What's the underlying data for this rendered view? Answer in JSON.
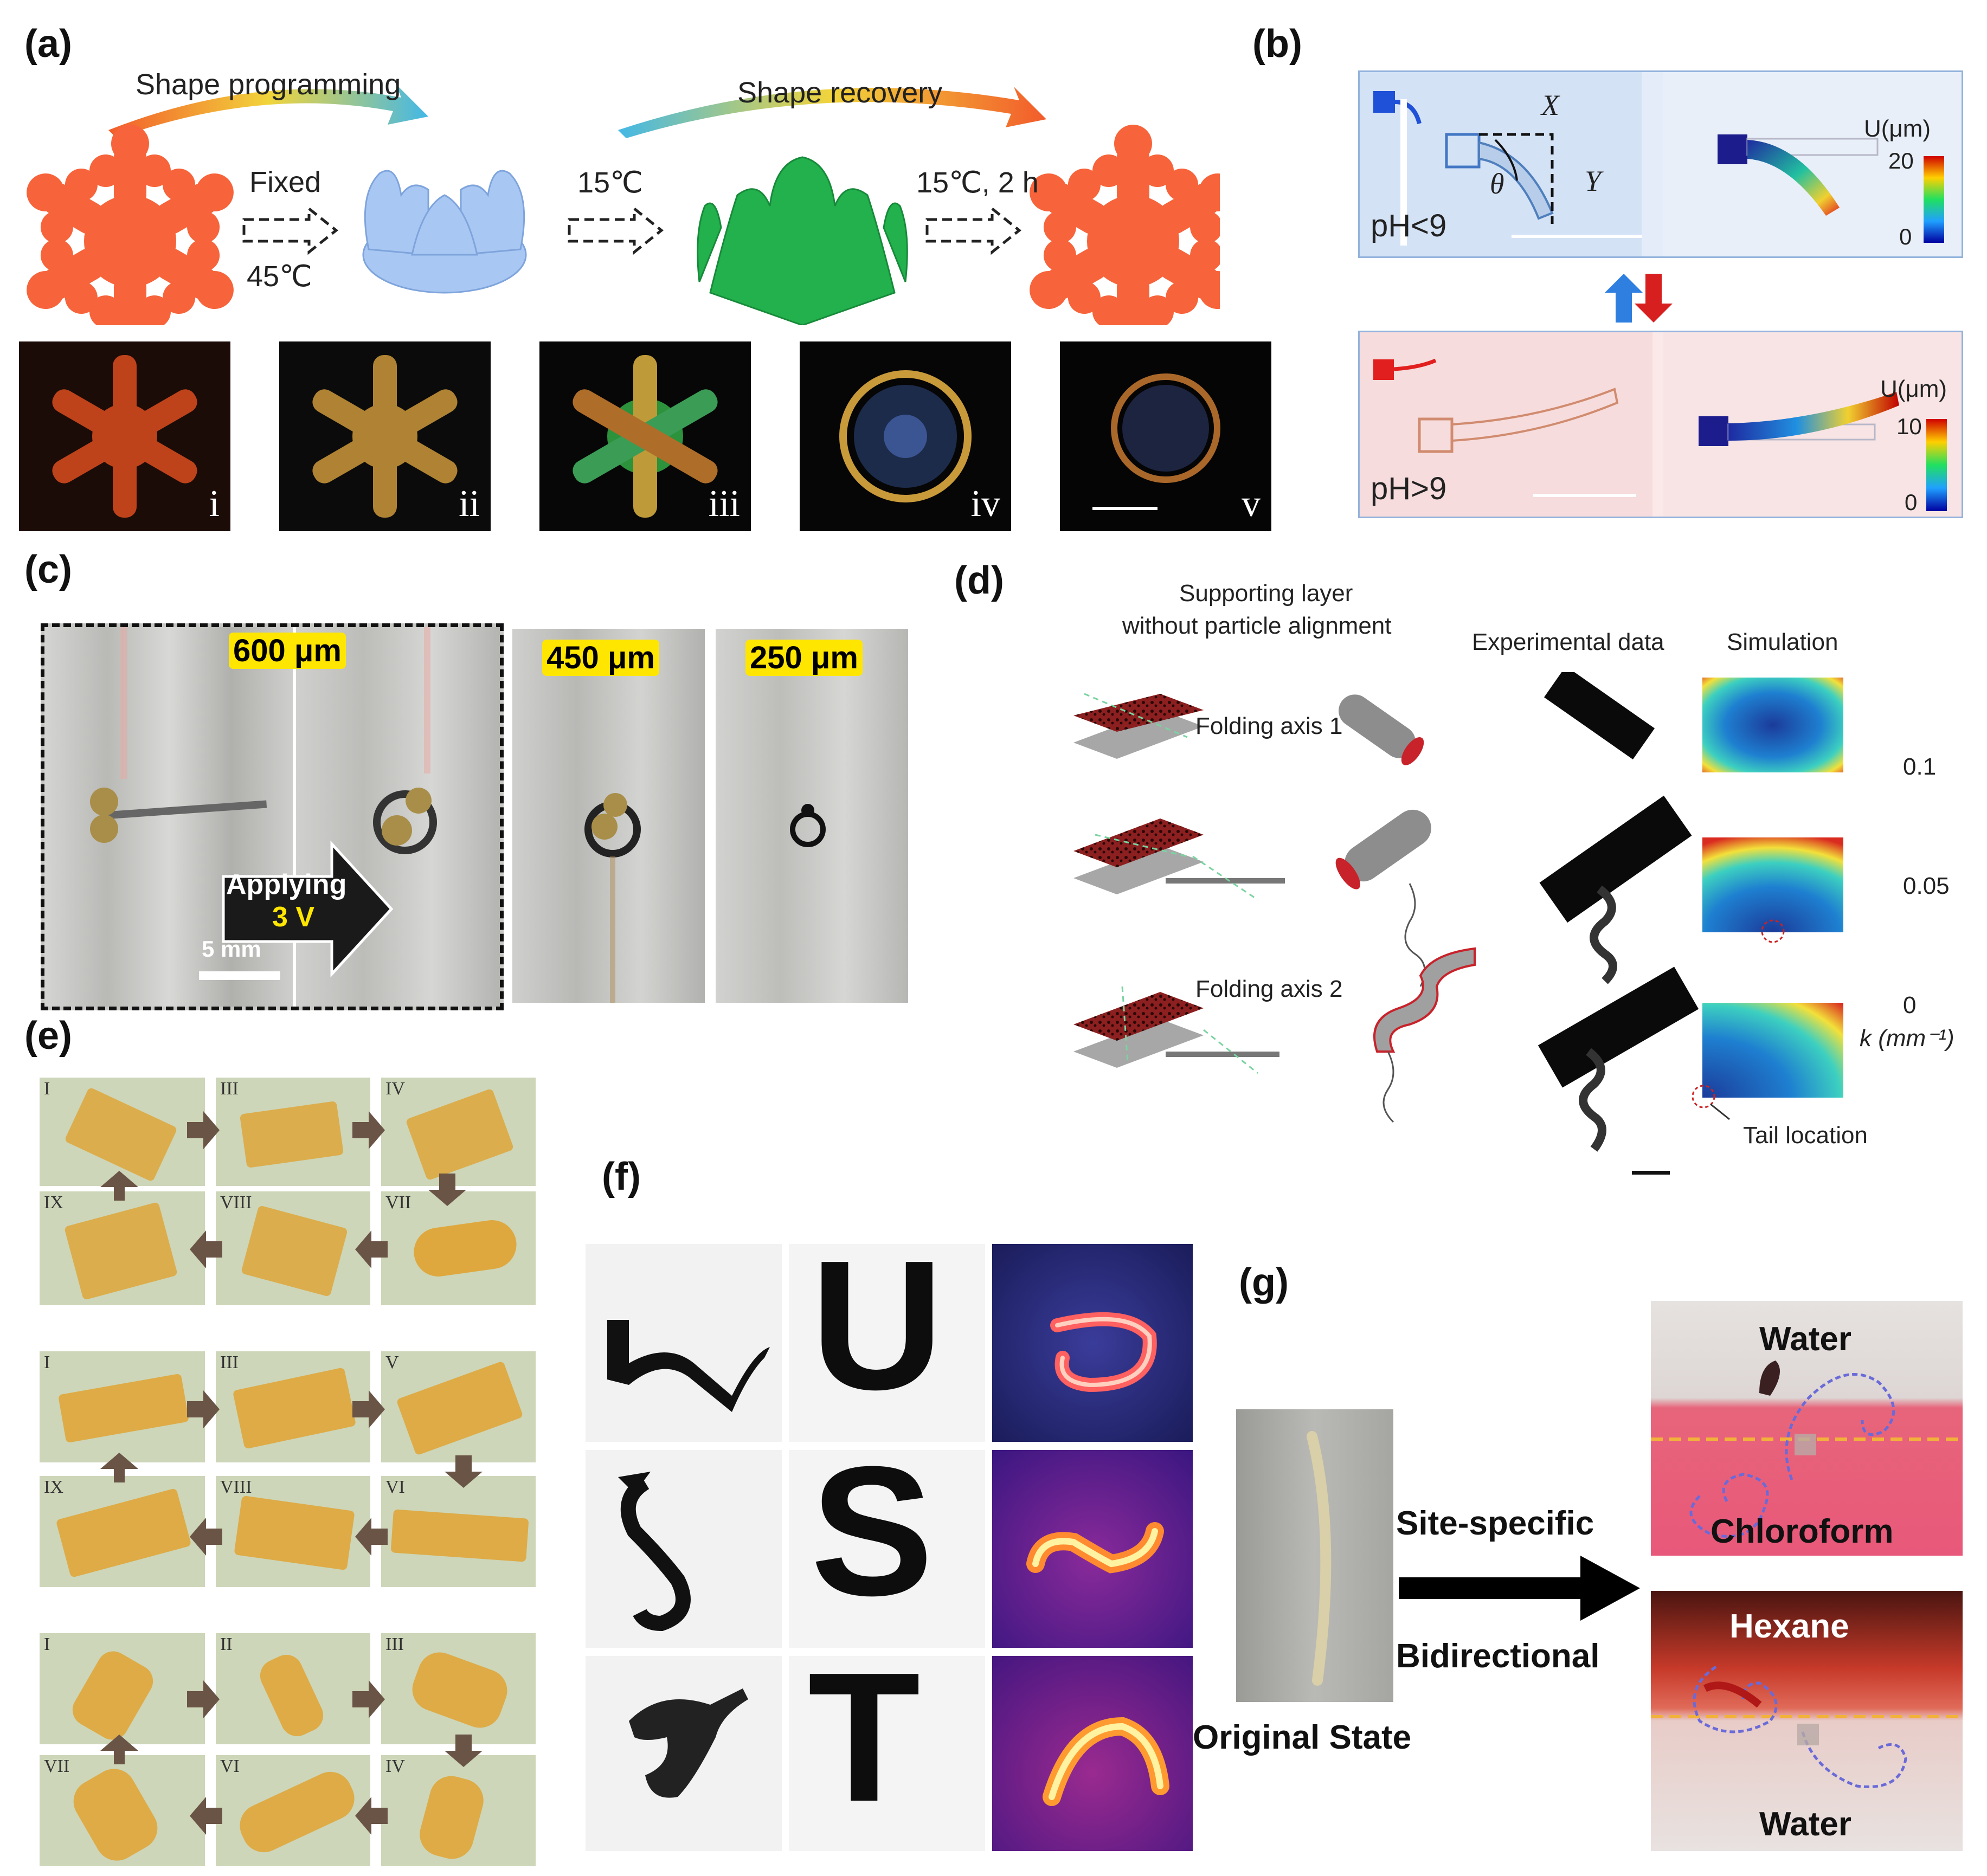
{
  "panels": {
    "a": {
      "label": "(a)",
      "shape_programming": "Shape programming",
      "shape_recovery": "Shape recovery",
      "step1_top": "Fixed",
      "step1_bottom": "45℃",
      "step2": "15℃",
      "step3": "15℃, 2 h",
      "photos": [
        "i",
        "ii",
        "iii",
        "iv",
        "v"
      ],
      "colors": {
        "snowflake": "#f7633a",
        "programmed": "#a9c7f3",
        "recovered": "#22b14c"
      }
    },
    "b": {
      "label": "(b)",
      "top_condition": "pH<9",
      "bottom_condition": "pH>9",
      "x_label": "X",
      "y_label": "Y",
      "theta_label": "θ",
      "colorbar_unit": "U(μm)",
      "top_max": "20",
      "top_min": "0",
      "bottom_max": "10",
      "bottom_min": "0"
    },
    "c": {
      "label": "(c)",
      "sizes": [
        "600 μm",
        "450 μm",
        "250 μm"
      ],
      "applying_line1": "Applying",
      "applying_line2": "3 V",
      "scale": "5 mm"
    },
    "d": {
      "label": "(d)",
      "col1_line1": "Supporting layer",
      "col1_line2": "without particle alignment",
      "col2": "Experimental data",
      "col3": "Simulation",
      "axis1": "Folding axis 1",
      "axis2": "Folding axis 2",
      "tail": "Tail location",
      "cbar_max": "0.1",
      "cbar_mid": "0.05",
      "cbar_min": "0",
      "cbar_unit": "k (mm⁻¹)"
    },
    "e": {
      "label": "(e)",
      "group1": [
        "I",
        "III",
        "IV",
        "IX",
        "VIII",
        "VII"
      ],
      "group2": [
        "I",
        "III",
        "V",
        "IX",
        "VIII",
        "VI"
      ],
      "group3": [
        "I",
        "II",
        "III",
        "VII",
        "VI",
        "IV"
      ]
    },
    "f": {
      "label": "(f)",
      "letters": [
        "U",
        "S",
        "T"
      ]
    },
    "g": {
      "label": "(g)",
      "original": "Original State",
      "site_specific": "Site-specific",
      "bidirectional": "Bidirectional",
      "water_top": "Water",
      "chloroform": "Chloroform",
      "hexane": "Hexane",
      "water_bottom": "Water"
    }
  }
}
